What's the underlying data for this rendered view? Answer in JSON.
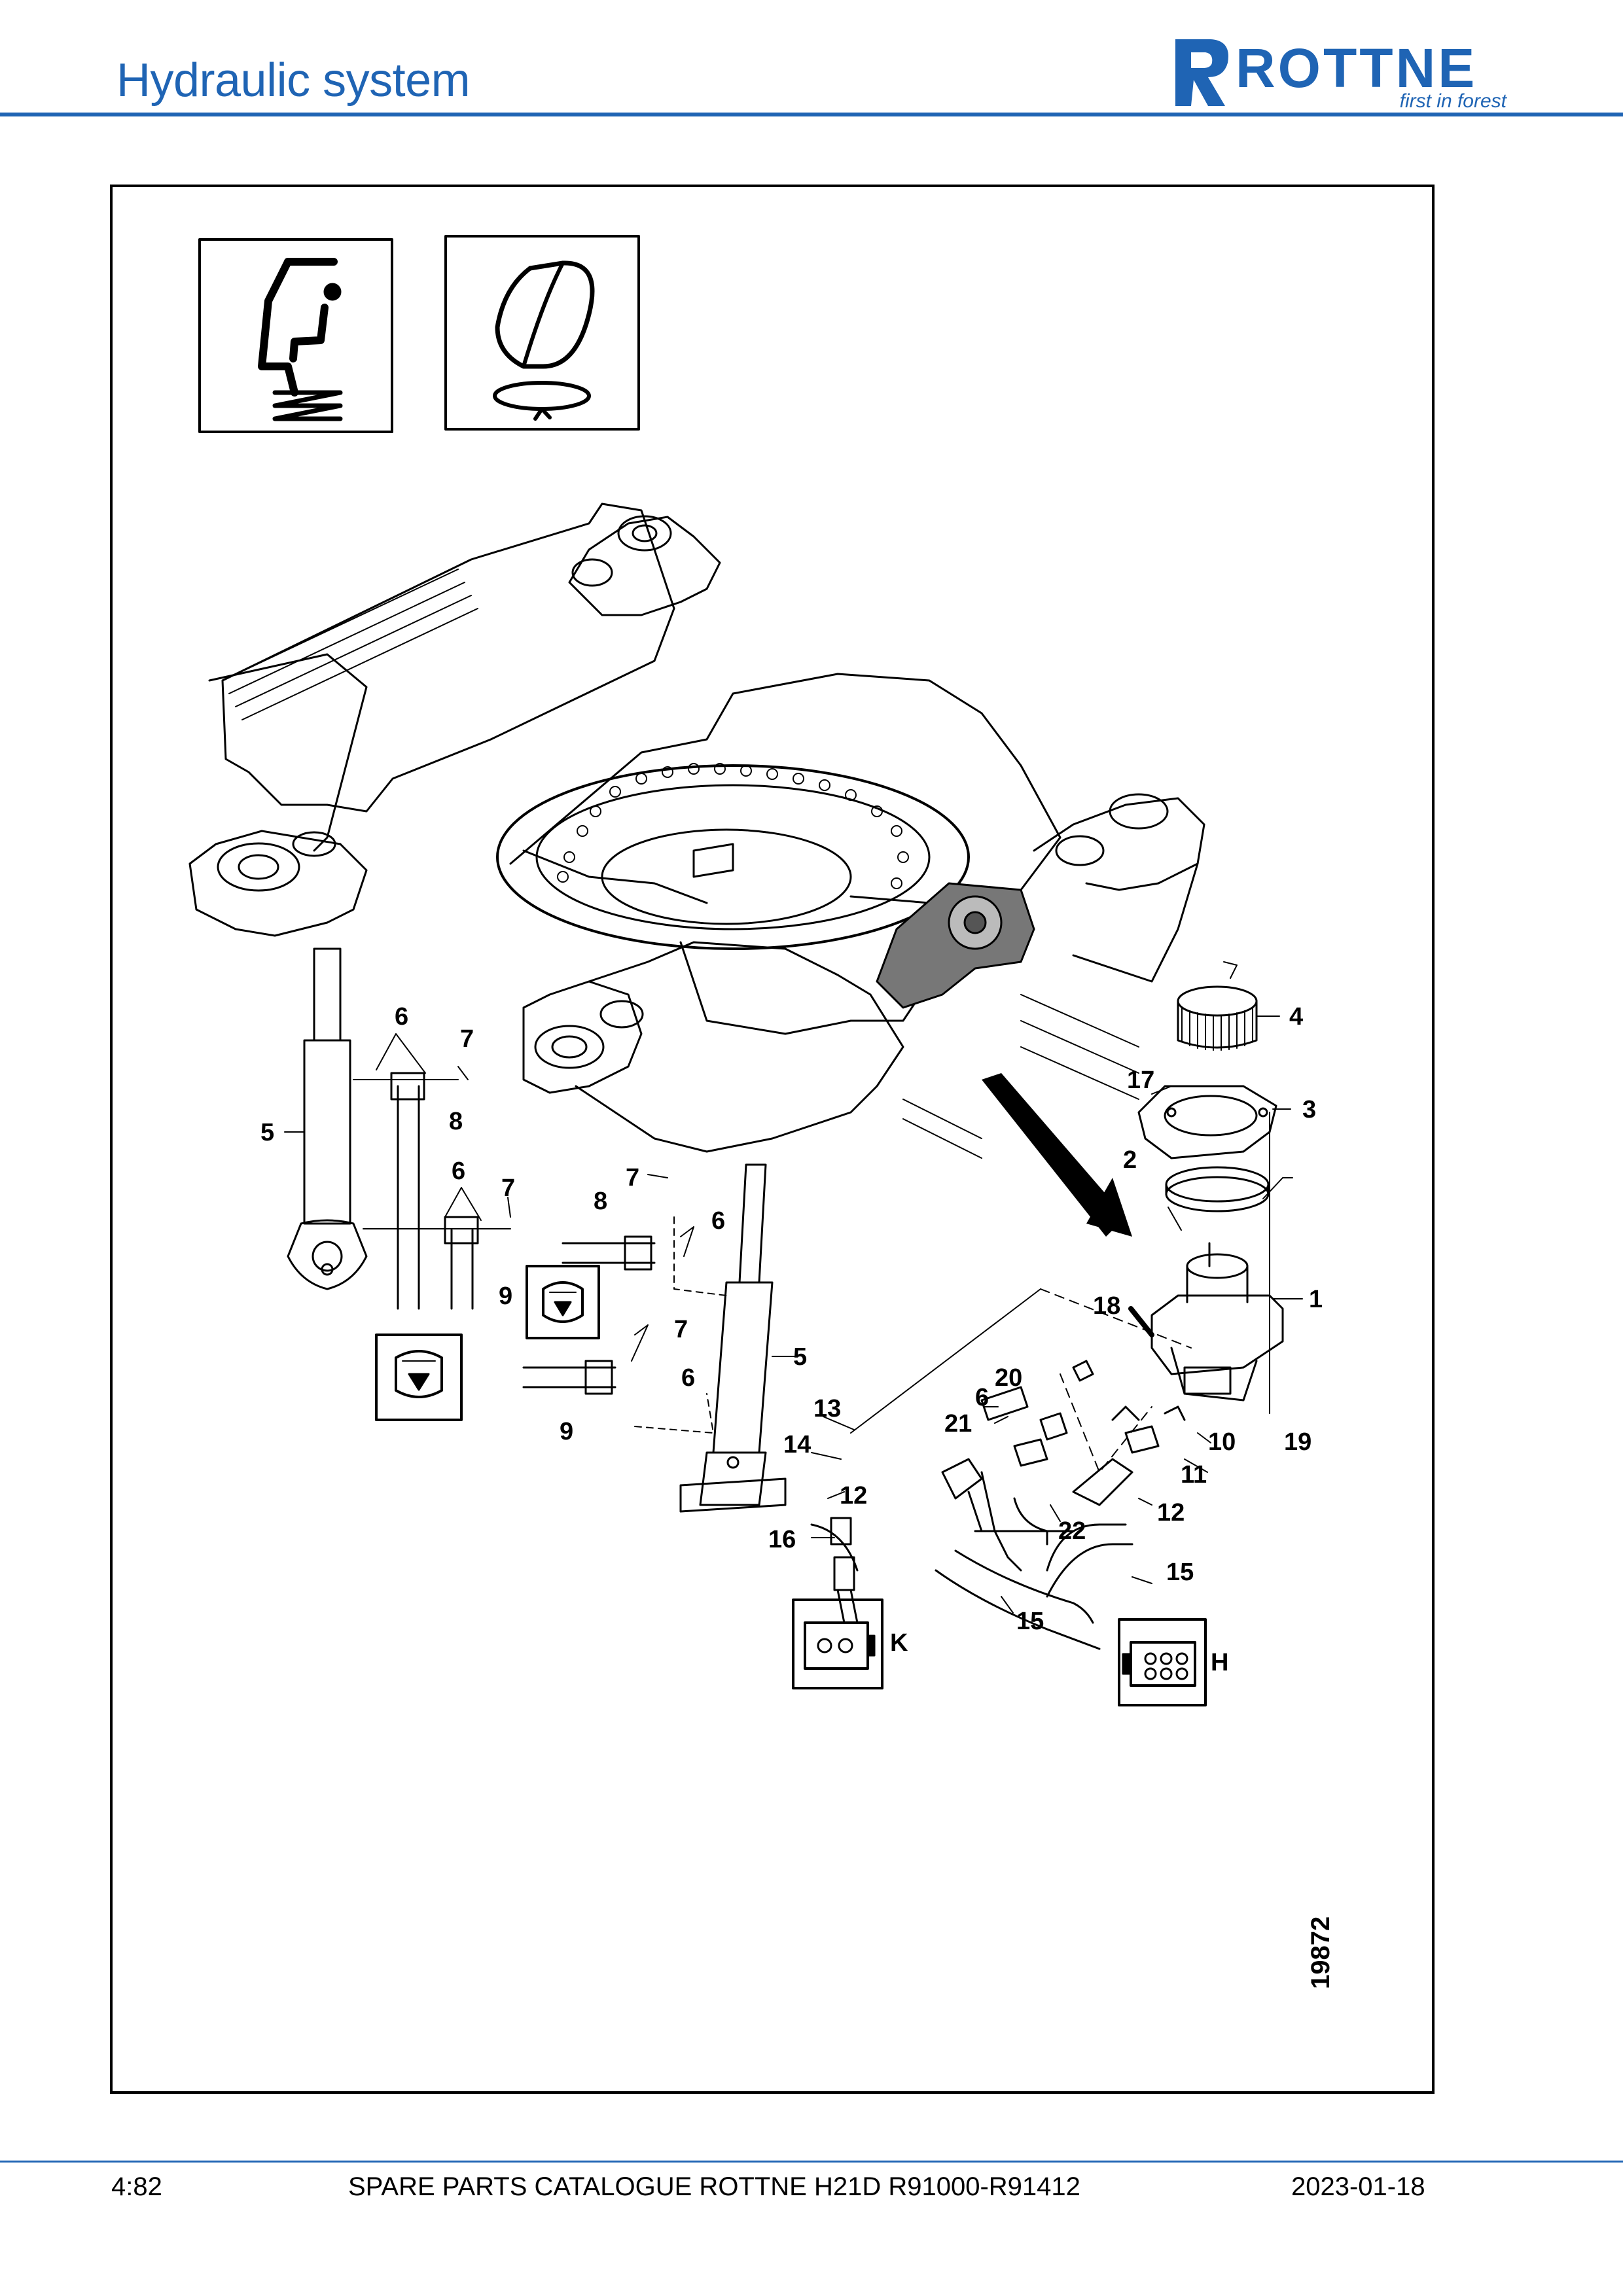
{
  "header": {
    "title": "Hydraulic system",
    "brand": {
      "name": "ROTTNE",
      "tagline": "first in forest",
      "color": "#1f64b4"
    }
  },
  "figure": {
    "drawing_number": "19872",
    "callouts": [
      "1",
      "2",
      "3",
      "4",
      "5",
      "6",
      "7",
      "8",
      "9",
      "10",
      "11",
      "12",
      "13",
      "14",
      "15",
      "16",
      "17",
      "18",
      "19",
      "20",
      "21",
      "22"
    ],
    "connector_labels": {
      "k": "K",
      "h": "H"
    },
    "icons": [
      "seat-icon",
      "rotation-icon",
      "hydraulic-tank-icon",
      "connector-k-icon",
      "connector-h-icon"
    ]
  },
  "footer": {
    "page": "4:82",
    "catalogue": "SPARE PARTS CATALOGUE ROTTNE H21D R91000-R91412",
    "date": "2023-01-18"
  }
}
